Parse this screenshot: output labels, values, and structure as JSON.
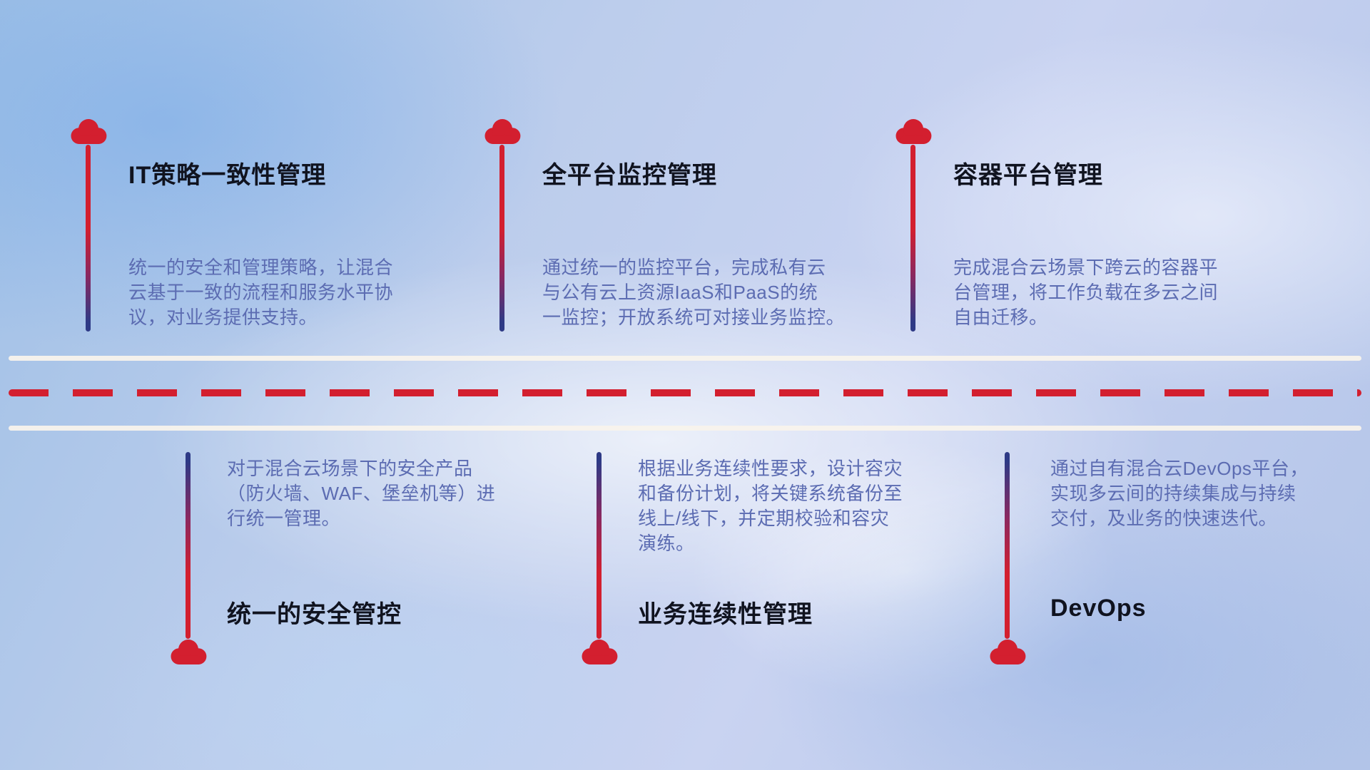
{
  "diagram_title": "hybrid-cloud-capabilities-timeline",
  "colors": {
    "cloud_red": "#d31f2f",
    "stem_red": "#d31f2f",
    "stem_blue": "#2e3a86",
    "title_color": "#10131f",
    "description_color": "#5c6cb2",
    "road_line_color": "#f8f3ec",
    "dash_color": "#d31f2f",
    "background_blue": "#b6c9ea"
  },
  "top_items": [
    {
      "title": "IT策略一致性管理",
      "description": "统一的安全和管理策略，让混合\n云基于一致的流程和服务水平协\n议，对业务提供支持。"
    },
    {
      "title": "全平台监控管理",
      "description": "通过统一的监控平台，完成私有云\n与公有云上资源IaaS和PaaS的统\n一监控；开放系统可对接业务监控。"
    },
    {
      "title": "容器平台管理",
      "description": "完成混合云场景下跨云的容器平\n台管理，将工作负载在多云之间\n自由迁移。"
    }
  ],
  "bottom_items": [
    {
      "title": "统一的安全管控",
      "description": "对于混合云场景下的安全产品\n（防火墙、WAF、堡垒机等）进\n行统一管理。"
    },
    {
      "title": "业务连续性管理",
      "description": "根据业务连续性要求，设计容灾\n和备份计划，将关键系统备份至\n线上/线下，并定期校验和容灾\n演练。"
    },
    {
      "title": "DevOps",
      "description": "通过自有混合云DevOps平台，\n实现多云间的持续集成与持续\n交付，及业务的快速迭代。"
    }
  ]
}
